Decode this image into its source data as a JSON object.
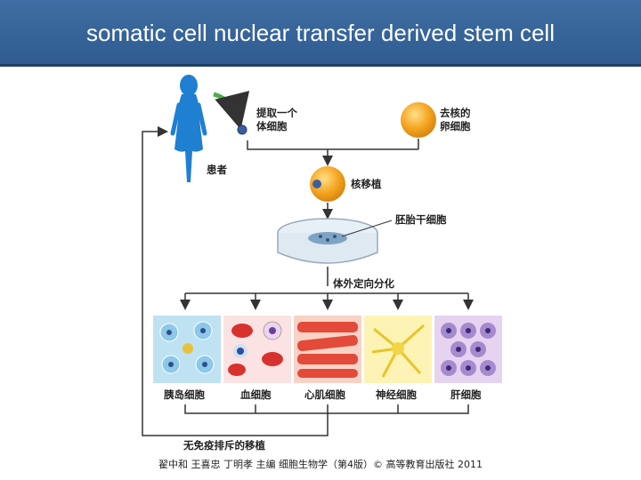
{
  "title": "somatic cell nuclear transfer derived stem cell",
  "labels": {
    "extract_cell": "提取一个\n体细胞",
    "enucleated_egg": "去核的\n卵细胞",
    "patient": "患者",
    "nuclear_transfer": "核移植",
    "embryonic_stem_cell": "胚胎干细胞",
    "directed_differentiation": "体外定向分化",
    "islet_cell": "胰岛细胞",
    "blood_cell": "血细胞",
    "cardiomyocyte": "心肌细胞",
    "neuron": "神经细胞",
    "liver_cell": "肝细胞",
    "transplant": "无免疫排斥的移植"
  },
  "citation": "翟中和 王喜忠 丁明孝 主编 细胞生物学（第4版）© 高等教育出版社 2011",
  "colors": {
    "title_bar": "#3a6a9f",
    "patient": "#1f7fd0",
    "egg": "#f5a623",
    "arrow": "#333333",
    "green_arrow": "#4fae4a"
  }
}
